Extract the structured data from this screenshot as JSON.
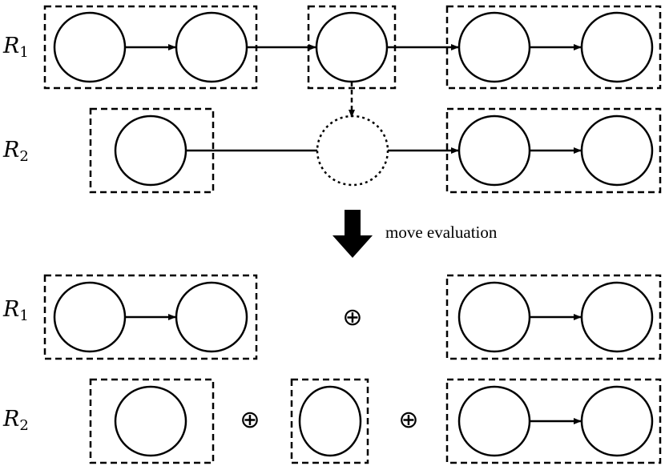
{
  "top": {
    "row1": {
      "label_letter": "R",
      "label_index": "1"
    },
    "row2": {
      "label_letter": "R",
      "label_index": "2"
    }
  },
  "transition": {
    "caption": "move evaluation"
  },
  "bottom": {
    "row1": {
      "label_letter": "R",
      "label_index": "1",
      "operators": [
        "⊕"
      ]
    },
    "row2": {
      "label_letter": "R",
      "label_index": "2",
      "operators": [
        "⊕",
        "⊕"
      ]
    }
  }
}
